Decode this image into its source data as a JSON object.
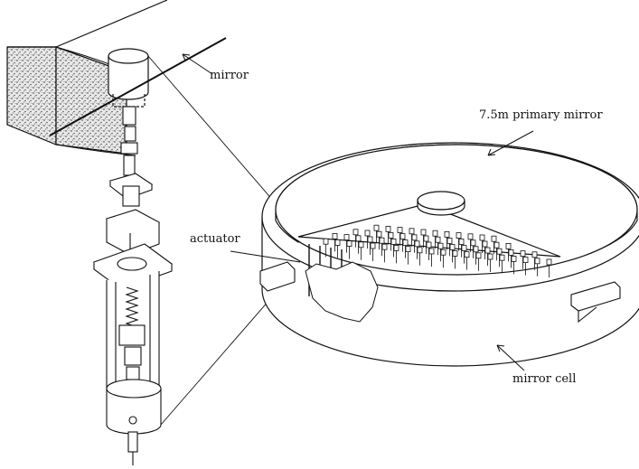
{
  "labels": {
    "mirror": "mirror",
    "primary_mirror": "7.5m primary mirror",
    "actuator": "actuator",
    "mirror_cell": "mirror cell"
  },
  "colors": {
    "ink": "#111111",
    "paper": "#ffffff",
    "stipple": "#8a8a8a"
  }
}
